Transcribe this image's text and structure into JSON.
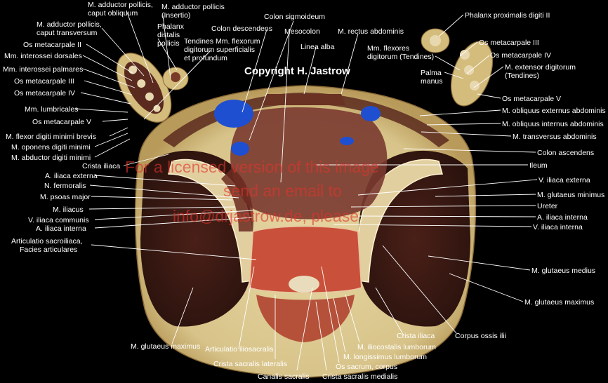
{
  "copyright": "Copyright H. Jastrow",
  "watermark": [
    "For a licensed version of this image",
    "send an email to",
    "info@drjastrow.de, please"
  ],
  "labels": {
    "adductor_obliquum_1": "M. adductor pollicis,",
    "adductor_obliquum_2": "caput obliquum",
    "adductor_insertio_1": "M. adductor pollicis",
    "adductor_insertio_2": "(Insertio)",
    "adductor_transversum_1": "M. adductor pollicis,",
    "adductor_transversum_2": "caput transversum",
    "phalanx_distalis_1": "Phalanx",
    "phalanx_distalis_2": "distalis",
    "phalanx_distalis_3": "pollicis",
    "os_metacarpale_ii_left": "Os metacarpale II",
    "interossei_dorsales": "Mm. interossei dorsales",
    "interossei_palmares": "Mm. interossei palmares",
    "os_metacarpale_iii_left": "Os metacarpale III",
    "os_metacarpale_iv_left": "Os metacarpale IV",
    "lumbricales": "Mm. lumbricales",
    "os_metacarpale_v_left": "Os metacarpale V",
    "flexor_digiti_minimi": "M. flexor digiti minimi brevis",
    "oponens_digiti_minimi": "M. oponens digiti minimi",
    "abductor_digiti_minimi": "M. abductor digiti minimi",
    "tendines_flexorum_1": "Tendines Mm. flexorum",
    "tendines_flexorum_2": "digitorum superficialis",
    "tendines_flexorum_3": "et profundum",
    "colon_descendens": "Colon descendens",
    "colon_sigmoideum": "Colon sigmoideum",
    "mesocolon": "Mesocolon",
    "linea_alba": "Linea alba",
    "rectus_abdominis": "M. rectus abdominis",
    "phalanx_proximalis": "Phalanx proximalis digiti II",
    "os_metacarpale_iii_right": "Os metacarpale III",
    "flexores_digitorum_1": "Mm. flexores",
    "flexores_digitorum_2": "digitorum (Tendines)",
    "os_metacarpale_iv_right": "Os metacarpale IV",
    "palma_manus_1": "Palma",
    "palma_manus_2": "manus",
    "extensor_digitorum_1": "M. extensor digitorum",
    "extensor_digitorum_2": "(Tendines)",
    "os_metacarpale_v_right": "Os metacarpale V",
    "obliquus_externus": "M. obliquus externus abdominis",
    "obliquus_internus": "M. obliquus internus abdominis",
    "transversus_abdominis": "M. transversus abdominis",
    "colon_ascendens": "Colon ascendens",
    "ileum": "Ileum",
    "v_iliaca_externa": "V. iliaca externa",
    "glutaeus_minimus": "M. glutaeus minimus",
    "ureter": "Ureter",
    "a_iliaca_interna_right": "A. iliaca interna",
    "v_iliaca_interna_right": "V. iliaca interna",
    "crista_iliaca_left": "Crista iliaca",
    "a_iliaca_externa": "A. iliaca externa",
    "n_femoralis": "N. fermoralis",
    "psoas_major": "M. psoas major",
    "iliacus": "M. iliacus",
    "v_iliaca_communis": "V. iliaca communis",
    "a_iliaca_interna_left": "A. iliaca interna",
    "articulatio_sacroiliaca_1": "Articulatio sacroiliaca,",
    "articulatio_sacroiliaca_2": "Facies articulares",
    "glutaeus_medius": "M. glutaeus medius",
    "glutaeus_maximus_right": "M. glutaeus maximus",
    "glutaeus_maximus_left": "M. glutaeus maximus",
    "articulatio_iliosacralis": "Articulatio iliosacralis",
    "crista_sacralis_lateralis": "Crista sacralis lateralis",
    "canalis_sacralis": "Canalis sacralis",
    "crista_sacralis_medialis": "Crista sacralis medialis",
    "os_sacrum_corpus": "Os sacrum, corpus",
    "longissimus_lumborum": "M. longissimus lumborum",
    "iliocostalis_lumborum": "M. iliocostalis lumborum",
    "crista_iliaca_right": "Crista iliaca",
    "corpus_ossis_ilii": "Corpus ossis ilii"
  },
  "colors": {
    "background": "#000000",
    "skin_fat": "#d8c48a",
    "muscle": "#3a1a14",
    "bone_marrow": "#c9503a",
    "colon_lumen": "#1e4fd1",
    "label_text": "#ffffff",
    "watermark": "#e0342c"
  }
}
